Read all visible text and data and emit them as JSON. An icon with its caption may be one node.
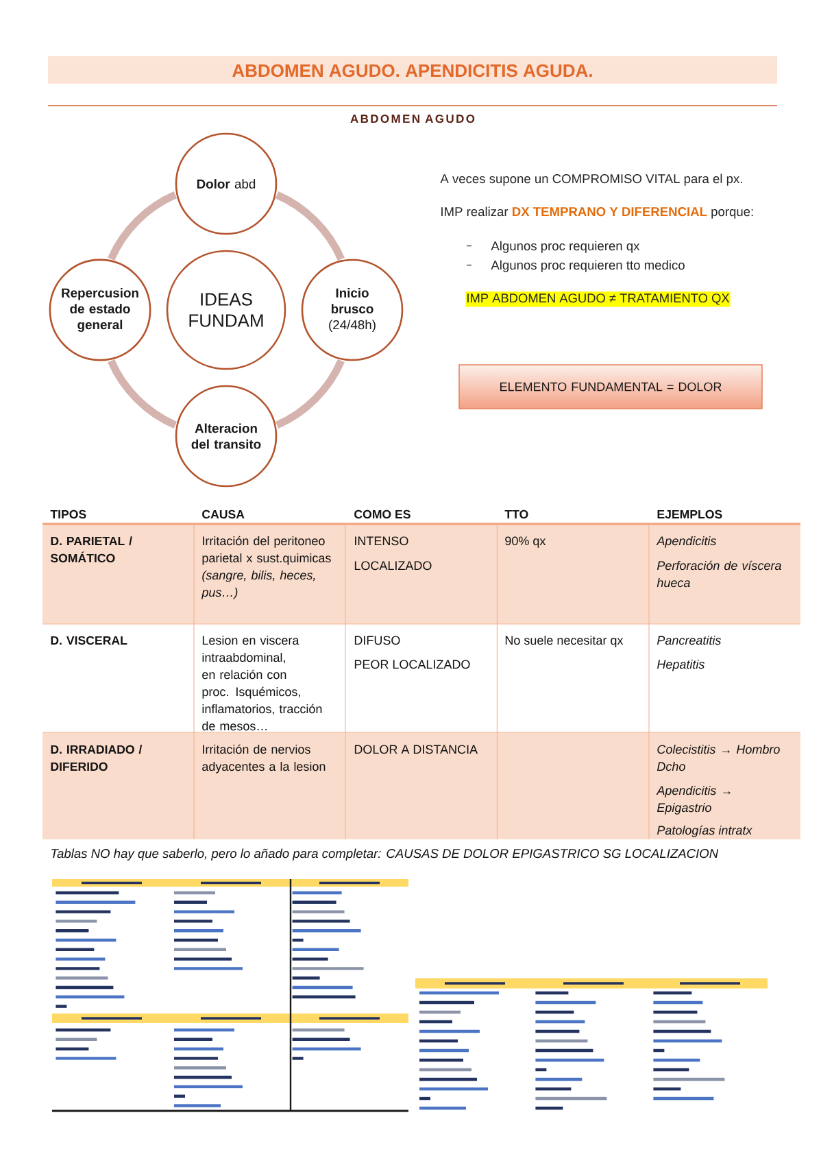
{
  "diagram": {
    "title": "ABDOMEN AGUDO. APENDICITIS AGUDA.",
    "nodes": [
      {
        "text": [
          "**Dolor** abd"
        ]
      },
      {
        "text": [
          "Repercusion de estado general"
        ]
      },
      {
        "text": [
          "IDEAS FUNDAM"
        ]
      },
      {
        "text": [
          "**Inicio brusco** (24/48h)"
        ]
      },
      {
        "text": [
          "Alteracion del transito"
        ]
      },
      {
        "text": [
          "ELEMENTO FUNDAMENTAL = DOLOR"
        ]
      }
    ],
    "edges": [
      {
        "from": 0,
        "to": 3,
        "arrow": "none"
      },
      {
        "from": 3,
        "to": 4,
        "arrow": "none"
      },
      {
        "from": 4,
        "to": 1,
        "arrow": "none"
      },
      {
        "from": 1,
        "to": 0,
        "arrow": "none"
      }
    ],
    "labels": [
      "ABDOMEN AGUDO",
      "A veces supone un COMPROMISO VITAL para el px.",
      "IMP realizar **DX TEMPRANO Y DIFERENCIAL** porque:",
      "Algunos proc requieren qx",
      "Algunos proc requieren tto medico",
      "IMP ABDOMEN AGUDO ≠ TRATAMIENTO QX",
      "TIPOS",
      "CAUSA",
      "COMO ES",
      "TTO",
      "EJEMPLOS",
      "D. PARIETAL / SOMÁTICO",
      "Irritación del peritoneo parietal x sust.quimicas *(sangre, bilis, heces, pus…)*",
      "INTENSO",
      "LOCALIZADO",
      "90% qx",
      "Apendicitis",
      "Perforación de víscera hueca",
      "D. VISCERAL",
      "Lesion en viscera intraabdominal, en relación con proc. Isquémicos, inflamatorios, tracción de mesos…",
      "DIFUSO",
      "PEOR LOCALIZADO",
      "No suele necesitar qx",
      "Pancreatitis",
      "Hepatitis",
      "D. IRRADIADO / DIFERIDO",
      "Irritación de nervios adyacentes a la lesion",
      "DOLOR A DISTANCIA",
      "Colecistitis → Hombro Dcho",
      "Apendicitis → Epigastrio",
      "Patologías intratx",
      "Tablas NO hay que saberlo, pero lo añado para completar: CAUSAS DE DOLOR EPIGASTRICO SG LOCALIZACION"
    ]
  }
}
